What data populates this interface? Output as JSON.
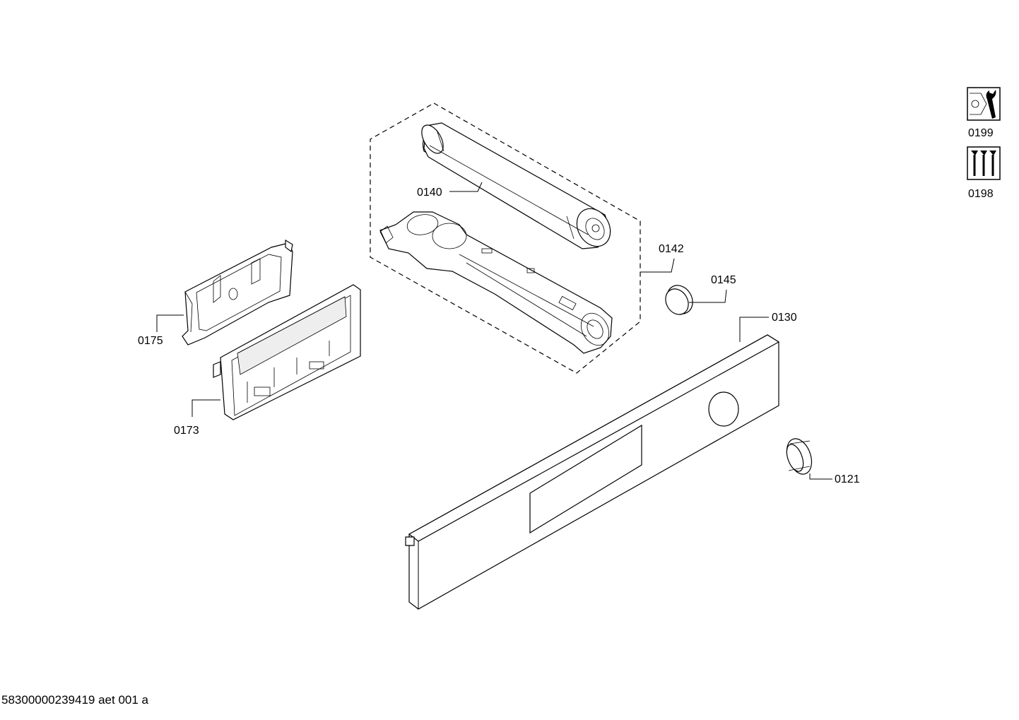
{
  "parts": {
    "p0199": "0199",
    "p0198": "0198",
    "p0140": "0140",
    "p0142": "0142",
    "p0145": "0145",
    "p0130": "0130",
    "p0175": "0175",
    "p0173": "0173",
    "p0121": "0121"
  },
  "icons": {
    "service_kit": "wrench-nut-icon",
    "screws": "screws-icon"
  },
  "footer": {
    "document_id": "58300000239419 aet 001 a"
  }
}
